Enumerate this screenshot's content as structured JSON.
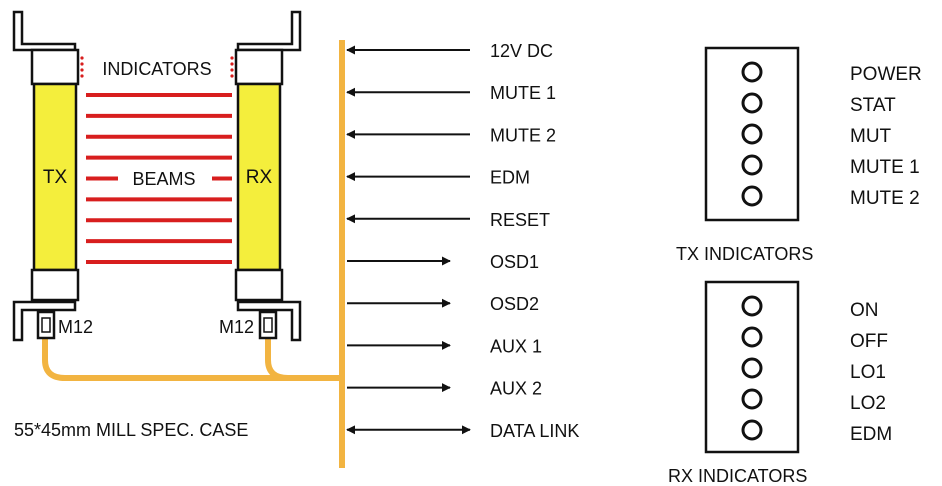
{
  "colors": {
    "tube": "#f4ee3c",
    "beam": "#d81e1e",
    "cable": "#f2b441",
    "outline": "#111111"
  },
  "labels": {
    "tx": "TX",
    "rx": "RX",
    "indicators": "INDICATORS",
    "beams": "BEAMS",
    "m12_left": "M12",
    "m12_right": "M12",
    "case": "55*45mm MILL SPEC. CASE"
  },
  "beam_count": 9,
  "signals": [
    {
      "label": "12V DC",
      "direction": "in"
    },
    {
      "label": "MUTE 1",
      "direction": "in"
    },
    {
      "label": "MUTE 2",
      "direction": "in"
    },
    {
      "label": "EDM",
      "direction": "in"
    },
    {
      "label": "RESET",
      "direction": "in"
    },
    {
      "label": "OSD1",
      "direction": "out"
    },
    {
      "label": "OSD2",
      "direction": "out"
    },
    {
      "label": "AUX 1",
      "direction": "out"
    },
    {
      "label": "AUX 2",
      "direction": "out"
    },
    {
      "label": "DATA LINK",
      "direction": "both"
    }
  ],
  "tx_indicators": {
    "title": "TX INDICATORS",
    "items": [
      "POWER",
      "STAT",
      "MUT",
      "MUTE 1",
      "MUTE 2"
    ]
  },
  "rx_indicators": {
    "title": "RX INDICATORS",
    "items": [
      "ON",
      "OFF",
      "LO1",
      "LO2",
      "EDM"
    ]
  }
}
